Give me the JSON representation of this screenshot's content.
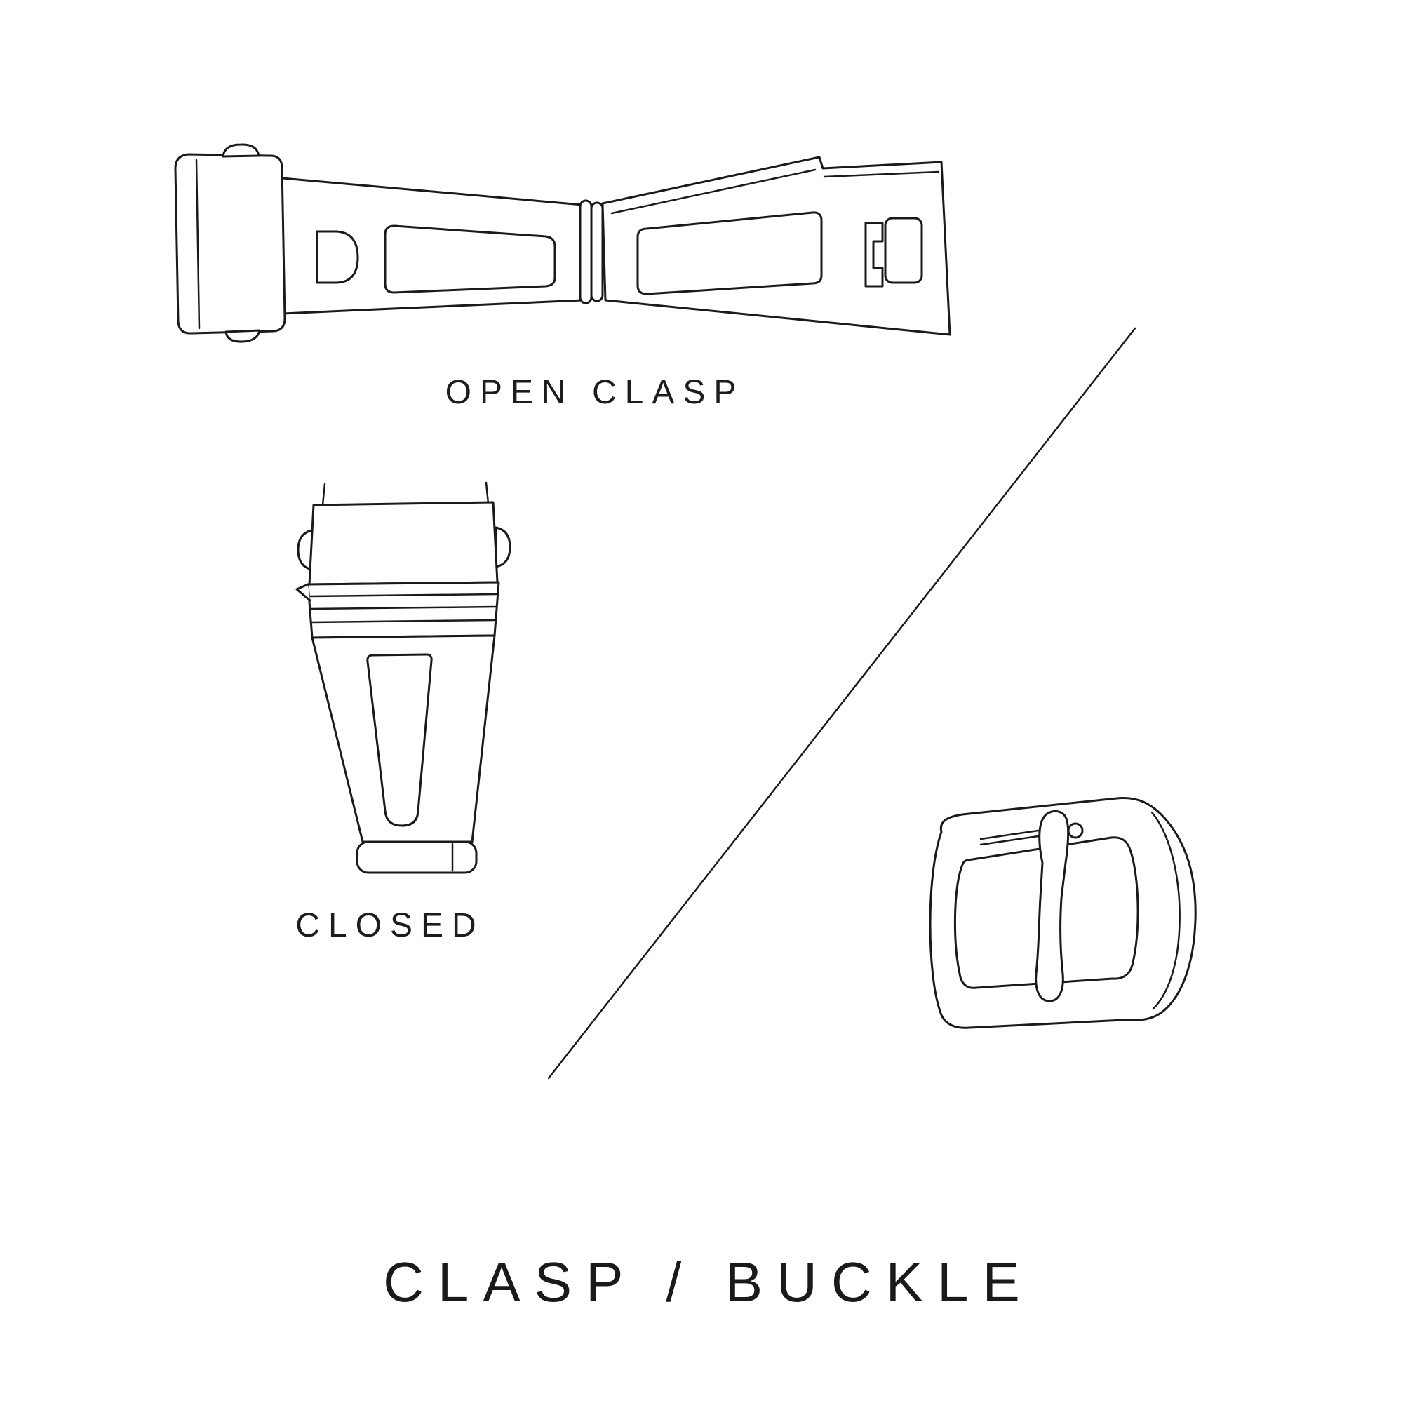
{
  "diagram": {
    "title": "CLASP / BUCKLE",
    "background": "#ffffff",
    "line_color": "#1a1a1a",
    "figures": [
      {
        "id": "open-clasp",
        "label": "OPEN CLASP"
      },
      {
        "id": "closed-clasp",
        "label": "CLOSED"
      },
      {
        "id": "buckle",
        "label": ""
      }
    ]
  }
}
